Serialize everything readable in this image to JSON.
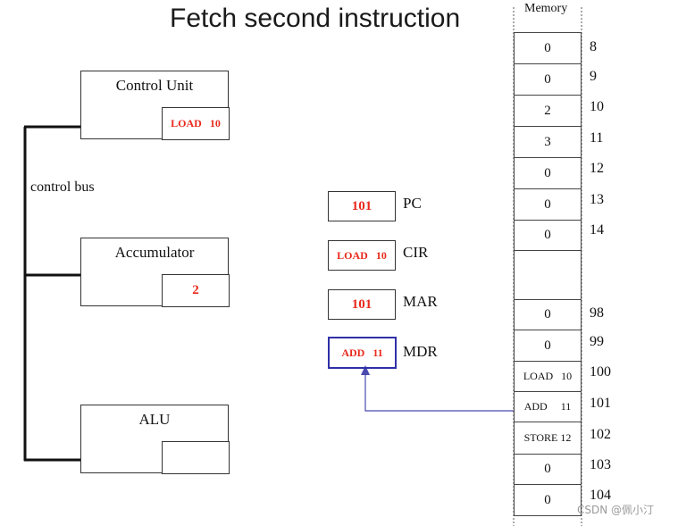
{
  "title": "Fetch second instruction",
  "control_unit": {
    "label": "Control Unit",
    "value": "LOAD   10"
  },
  "control_bus": {
    "label": "control bus"
  },
  "accumulator": {
    "label": "Accumulator",
    "value": "2"
  },
  "alu": {
    "label": "ALU",
    "value": ""
  },
  "registers": [
    {
      "name": "PC",
      "value": "101"
    },
    {
      "name": "CIR",
      "value": "LOAD   10"
    },
    {
      "name": "MAR",
      "value": "101"
    },
    {
      "name": "MDR",
      "value": "ADD   11"
    }
  ],
  "memory": {
    "title": "Memory",
    "cells_top": [
      {
        "addr": "8",
        "value": "0"
      },
      {
        "addr": "9",
        "value": "0"
      },
      {
        "addr": "10",
        "value": "2"
      },
      {
        "addr": "11",
        "value": "3"
      },
      {
        "addr": "12",
        "value": "0"
      },
      {
        "addr": "13",
        "value": "0"
      },
      {
        "addr": "14",
        "value": "0"
      }
    ],
    "cells_bottom": [
      {
        "addr": "98",
        "value": "0"
      },
      {
        "addr": "99",
        "value": "0"
      },
      {
        "addr": "100",
        "value": "LOAD   10"
      },
      {
        "addr": "101",
        "value": "ADD     11"
      },
      {
        "addr": "102",
        "value": "STORE 12"
      },
      {
        "addr": "103",
        "value": "0"
      },
      {
        "addr": "104",
        "value": "0"
      }
    ]
  },
  "colors": {
    "highlight": "#e8291c",
    "arrow": "#4a4ab0",
    "mdr_border": "#2f2fa8"
  },
  "watermark": "CSDN @佩小汀"
}
